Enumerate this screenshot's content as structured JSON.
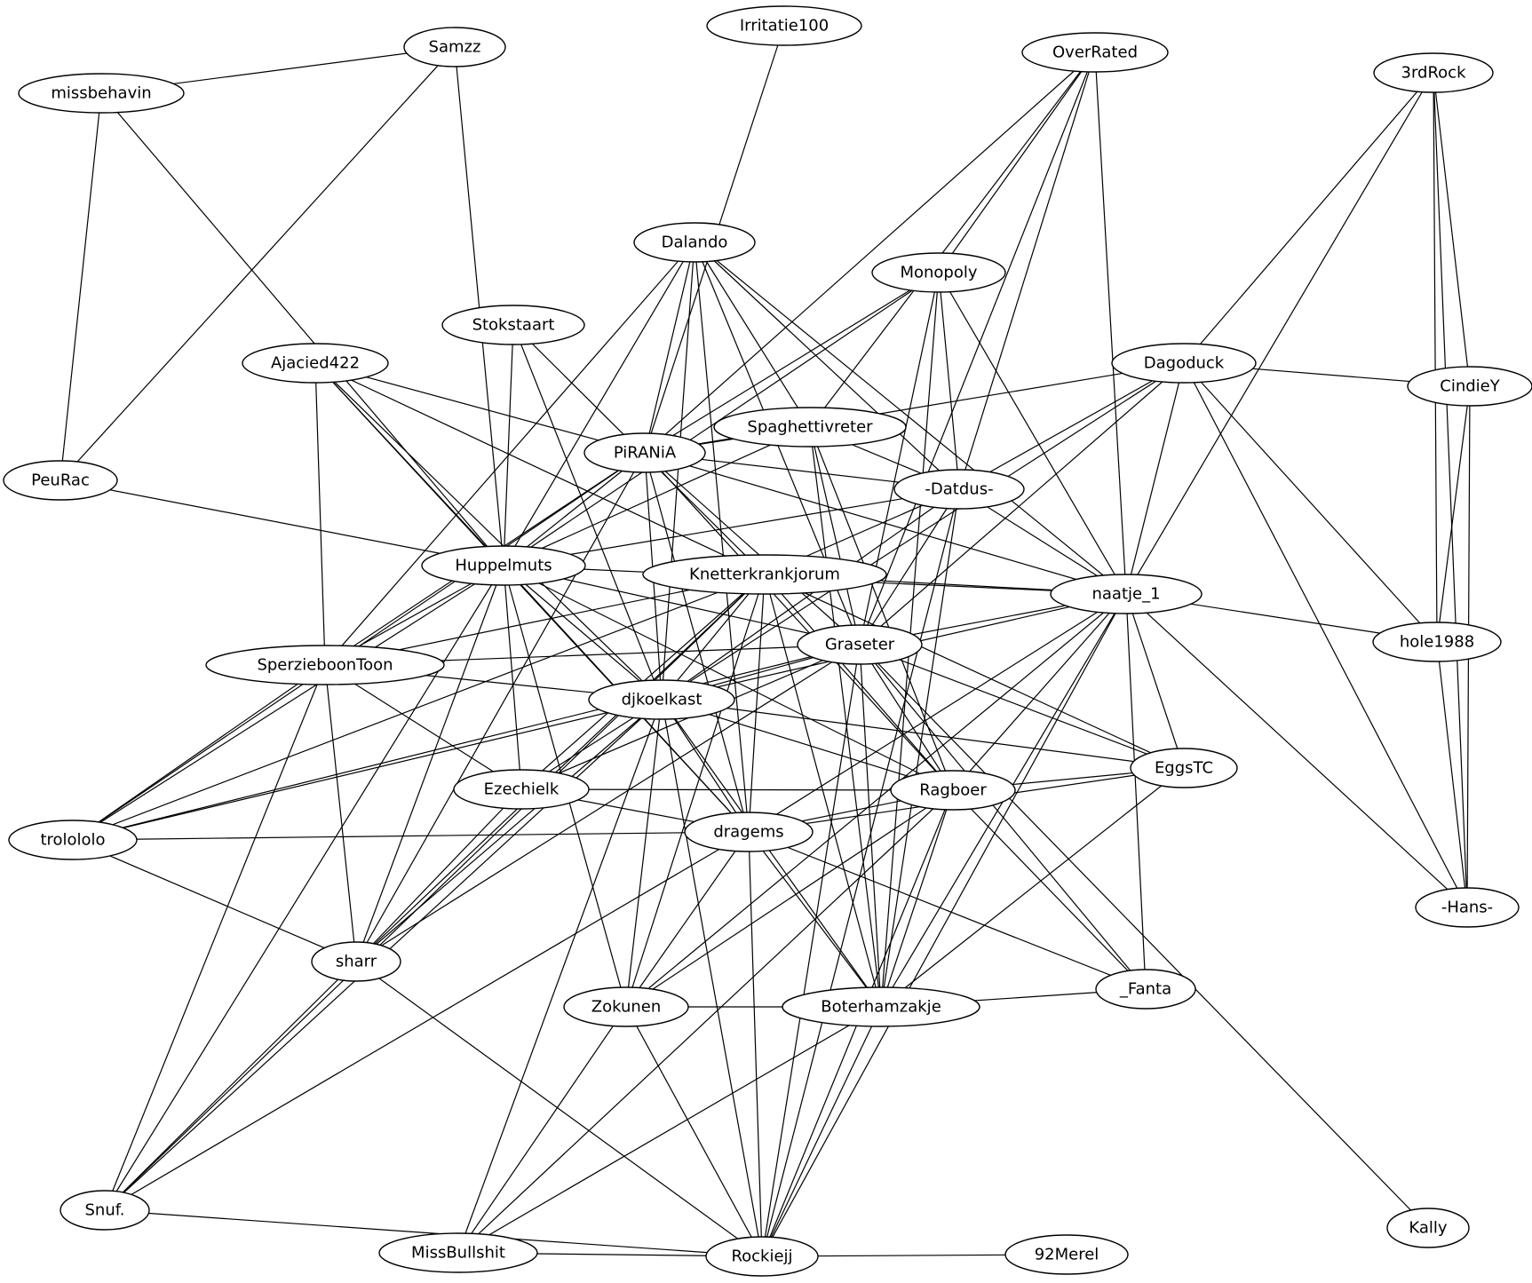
{
  "graph": {
    "type": "undirected-network",
    "nodes": [
      {
        "id": "samzz",
        "label": "Samzz"
      },
      {
        "id": "irritatie100",
        "label": "Irritatie100"
      },
      {
        "id": "overrated",
        "label": "OverRated"
      },
      {
        "id": "3rdrock",
        "label": "3rdRock"
      },
      {
        "id": "missbehavin",
        "label": "missbehavin"
      },
      {
        "id": "dalando",
        "label": "Dalando"
      },
      {
        "id": "monopoly",
        "label": "Monopoly"
      },
      {
        "id": "stokstaart",
        "label": "Stokstaart"
      },
      {
        "id": "ajacied422",
        "label": "Ajacied422"
      },
      {
        "id": "dagoduck",
        "label": "Dagoduck"
      },
      {
        "id": "cindiey",
        "label": "CindieY"
      },
      {
        "id": "spaghettivreter",
        "label": "Spaghettivreter"
      },
      {
        "id": "piranha",
        "label": "PiRANiA"
      },
      {
        "id": "peurac",
        "label": "PeuRac"
      },
      {
        "id": "datdus",
        "label": "-Datdus-"
      },
      {
        "id": "huppelmuts",
        "label": "Huppelmuts"
      },
      {
        "id": "knetter",
        "label": "Knetterkrankjorum"
      },
      {
        "id": "naatje",
        "label": "naatje_1"
      },
      {
        "id": "graseter",
        "label": "Graseter"
      },
      {
        "id": "hole1988",
        "label": "hole1988"
      },
      {
        "id": "sperzie",
        "label": "SperzieboonToon"
      },
      {
        "id": "djkoelkast",
        "label": "djkoelkast"
      },
      {
        "id": "eggstc",
        "label": "EggsTC"
      },
      {
        "id": "ezechielk",
        "label": "Ezechielk"
      },
      {
        "id": "ragboer",
        "label": "Ragboer"
      },
      {
        "id": "trolololo",
        "label": "trolololo"
      },
      {
        "id": "dragems",
        "label": "dragems"
      },
      {
        "id": "hans",
        "label": "-Hans-"
      },
      {
        "id": "sharr",
        "label": "sharr"
      },
      {
        "id": "fanta",
        "label": "_Fanta"
      },
      {
        "id": "zokunen",
        "label": "Zokunen"
      },
      {
        "id": "boterham",
        "label": "Boterhamzakje"
      },
      {
        "id": "snuf",
        "label": "Snuf."
      },
      {
        "id": "kally",
        "label": "Kally"
      },
      {
        "id": "missbullshit",
        "label": "MissBullshit"
      },
      {
        "id": "rockiejj",
        "label": "Rockiejj"
      },
      {
        "id": "92merel",
        "label": "92Merel"
      }
    ],
    "edges": [
      [
        "samzz",
        "missbehavin"
      ],
      [
        "samzz",
        "peurac"
      ],
      [
        "samzz",
        "huppelmuts"
      ],
      [
        "missbehavin",
        "peurac"
      ],
      [
        "missbehavin",
        "huppelmuts"
      ],
      [
        "irritatie100",
        "piranha"
      ],
      [
        "overrated",
        "piranha"
      ],
      [
        "overrated",
        "monopoly"
      ],
      [
        "overrated",
        "datdus"
      ],
      [
        "overrated",
        "naatje"
      ],
      [
        "overrated",
        "spaghettivreter"
      ],
      [
        "overrated",
        "graseter"
      ],
      [
        "3rdrock",
        "dagoduck"
      ],
      [
        "3rdrock",
        "cindiey"
      ],
      [
        "3rdrock",
        "hole1988"
      ],
      [
        "3rdrock",
        "hans"
      ],
      [
        "3rdrock",
        "naatje"
      ],
      [
        "dalando",
        "piranha"
      ],
      [
        "dalando",
        "spaghettivreter"
      ],
      [
        "dalando",
        "datdus"
      ],
      [
        "dalando",
        "naatje"
      ],
      [
        "dalando",
        "djkoelkast"
      ],
      [
        "dalando",
        "sperzie"
      ],
      [
        "dalando",
        "dragems"
      ],
      [
        "dalando",
        "graseter"
      ],
      [
        "dalando",
        "huppelmuts"
      ],
      [
        "monopoly",
        "piranha"
      ],
      [
        "monopoly",
        "huppelmuts"
      ],
      [
        "monopoly",
        "datdus"
      ],
      [
        "monopoly",
        "naatje"
      ],
      [
        "monopoly",
        "graseter"
      ],
      [
        "monopoly",
        "boterham"
      ],
      [
        "stokstaart",
        "huppelmuts"
      ],
      [
        "stokstaart",
        "knetter"
      ],
      [
        "stokstaart",
        "djkoelkast"
      ],
      [
        "ajacied422",
        "piranha"
      ],
      [
        "ajacied422",
        "huppelmuts"
      ],
      [
        "ajacied422",
        "knetter"
      ],
      [
        "ajacied422",
        "sperzie"
      ],
      [
        "ajacied422",
        "dragems"
      ],
      [
        "ajacied422",
        "djkoelkast"
      ],
      [
        "dagoduck",
        "cindiey"
      ],
      [
        "dagoduck",
        "hole1988"
      ],
      [
        "dagoduck",
        "naatje"
      ],
      [
        "dagoduck",
        "datdus"
      ],
      [
        "dagoduck",
        "hans"
      ],
      [
        "dagoduck",
        "graseter"
      ],
      [
        "dagoduck",
        "djkoelkast"
      ],
      [
        "dagoduck",
        "piranha"
      ],
      [
        "cindiey",
        "hole1988"
      ],
      [
        "cindiey",
        "hans"
      ],
      [
        "spaghettivreter",
        "piranha"
      ],
      [
        "spaghettivreter",
        "datdus"
      ],
      [
        "spaghettivreter",
        "huppelmuts"
      ],
      [
        "spaghettivreter",
        "graseter"
      ],
      [
        "spaghettivreter",
        "ragboer"
      ],
      [
        "spaghettivreter",
        "boterham"
      ],
      [
        "piranha",
        "datdus"
      ],
      [
        "piranha",
        "naatje"
      ],
      [
        "piranha",
        "huppelmuts"
      ],
      [
        "piranha",
        "sperzie"
      ],
      [
        "piranha",
        "djkoelkast"
      ],
      [
        "piranha",
        "graseter"
      ],
      [
        "piranha",
        "ragboer"
      ],
      [
        "piranha",
        "dragems"
      ],
      [
        "piranha",
        "trolololo"
      ],
      [
        "piranha",
        "sharr"
      ],
      [
        "peurac",
        "huppelmuts"
      ],
      [
        "datdus",
        "naatje"
      ],
      [
        "datdus",
        "knetter"
      ],
      [
        "datdus",
        "graseter"
      ],
      [
        "datdus",
        "djkoelkast"
      ],
      [
        "datdus",
        "boterham"
      ],
      [
        "datdus",
        "rockiejj"
      ],
      [
        "datdus",
        "huppelmuts"
      ],
      [
        "huppelmuts",
        "naatje"
      ],
      [
        "huppelmuts",
        "sperzie"
      ],
      [
        "huppelmuts",
        "djkoelkast"
      ],
      [
        "huppelmuts",
        "graseter"
      ],
      [
        "huppelmuts",
        "ezechielk"
      ],
      [
        "huppelmuts",
        "dragems"
      ],
      [
        "huppelmuts",
        "sharr"
      ],
      [
        "huppelmuts",
        "trolololo"
      ],
      [
        "huppelmuts",
        "zokunen"
      ],
      [
        "huppelmuts",
        "ragboer"
      ],
      [
        "huppelmuts",
        "snuf"
      ],
      [
        "knetter",
        "naatje"
      ],
      [
        "knetter",
        "sperzie"
      ],
      [
        "knetter",
        "djkoelkast"
      ],
      [
        "knetter",
        "ezechielk"
      ],
      [
        "knetter",
        "dragems"
      ],
      [
        "knetter",
        "boterham"
      ],
      [
        "knetter",
        "eggstc"
      ],
      [
        "knetter",
        "sharr"
      ],
      [
        "knetter",
        "trolololo"
      ],
      [
        "knetter",
        "ragboer"
      ],
      [
        "knetter",
        "zokunen"
      ],
      [
        "knetter",
        "snuf"
      ],
      [
        "naatje",
        "graseter"
      ],
      [
        "naatje",
        "hole1988"
      ],
      [
        "naatje",
        "eggstc"
      ],
      [
        "naatje",
        "ragboer"
      ],
      [
        "naatje",
        "dragems"
      ],
      [
        "naatje",
        "hans"
      ],
      [
        "naatje",
        "fanta"
      ],
      [
        "naatje",
        "boterham"
      ],
      [
        "naatje",
        "rockiejj"
      ],
      [
        "naatje",
        "zokunen"
      ],
      [
        "naatje",
        "djkoelkast"
      ],
      [
        "graseter",
        "sperzie"
      ],
      [
        "graseter",
        "djkoelkast"
      ],
      [
        "graseter",
        "eggstc"
      ],
      [
        "graseter",
        "ragboer"
      ],
      [
        "graseter",
        "fanta"
      ],
      [
        "graseter",
        "kally"
      ],
      [
        "graseter",
        "boterham"
      ],
      [
        "graseter",
        "sharr"
      ],
      [
        "graseter",
        "trolololo"
      ],
      [
        "graseter",
        "ezechielk"
      ],
      [
        "graseter",
        "rockiejj"
      ],
      [
        "hole1988",
        "hans"
      ],
      [
        "sperzie",
        "djkoelkast"
      ],
      [
        "sperzie",
        "trolololo"
      ],
      [
        "sperzie",
        "ezechielk"
      ],
      [
        "sperzie",
        "sharr"
      ],
      [
        "sperzie",
        "snuf"
      ],
      [
        "djkoelkast",
        "eggstc"
      ],
      [
        "djkoelkast",
        "ragboer"
      ],
      [
        "djkoelkast",
        "dragems"
      ],
      [
        "djkoelkast",
        "ezechielk"
      ],
      [
        "djkoelkast",
        "trolololo"
      ],
      [
        "djkoelkast",
        "zokunen"
      ],
      [
        "djkoelkast",
        "boterham"
      ],
      [
        "djkoelkast",
        "rockiejj"
      ],
      [
        "djkoelkast",
        "sharr"
      ],
      [
        "djkoelkast",
        "missbullshit"
      ],
      [
        "djkoelkast",
        "snuf"
      ],
      [
        "eggstc",
        "ragboer"
      ],
      [
        "eggstc",
        "dragems"
      ],
      [
        "eggstc",
        "boterham"
      ],
      [
        "ezechielk",
        "ragboer"
      ],
      [
        "ezechielk",
        "dragems"
      ],
      [
        "ezechielk",
        "sharr"
      ],
      [
        "ragboer",
        "dragems"
      ],
      [
        "ragboer",
        "fanta"
      ],
      [
        "ragboer",
        "boterham"
      ],
      [
        "ragboer",
        "zokunen"
      ],
      [
        "ragboer",
        "missbullshit"
      ],
      [
        "ragboer",
        "rockiejj"
      ],
      [
        "trolololo",
        "dragems"
      ],
      [
        "trolololo",
        "sharr"
      ],
      [
        "dragems",
        "fanta"
      ],
      [
        "dragems",
        "boterham"
      ],
      [
        "dragems",
        "zokunen"
      ],
      [
        "dragems",
        "rockiejj"
      ],
      [
        "dragems",
        "snuf"
      ],
      [
        "sharr",
        "snuf"
      ],
      [
        "sharr",
        "rockiejj"
      ],
      [
        "fanta",
        "boterham"
      ],
      [
        "zokunen",
        "boterham"
      ],
      [
        "zokunen",
        "missbullshit"
      ],
      [
        "zokunen",
        "rockiejj"
      ],
      [
        "boterham",
        "rockiejj"
      ],
      [
        "boterham",
        "missbullshit"
      ],
      [
        "snuf",
        "rockiejj"
      ],
      [
        "missbullshit",
        "rockiejj"
      ],
      [
        "rockiejj",
        "92merel"
      ]
    ]
  }
}
